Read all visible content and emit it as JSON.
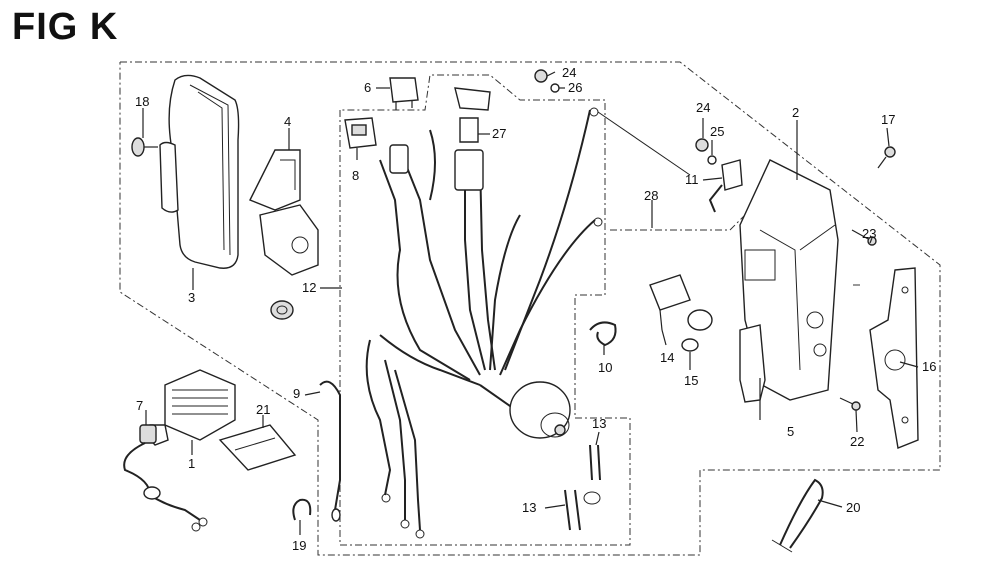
{
  "figure": {
    "title": "FIG K"
  },
  "callouts": {
    "c1": "1",
    "c2": "2",
    "c3": "3",
    "c4": "4",
    "c5": "5",
    "c6": "6",
    "c7": "7",
    "c8": "8",
    "c9": "9",
    "c10": "10",
    "c11": "11",
    "c12": "12",
    "c13a": "13",
    "c13b": "13",
    "c14": "14",
    "c15": "15",
    "c16": "16",
    "c17": "17",
    "c18": "18",
    "c19": "19",
    "c20": "20",
    "c21": "21",
    "c22": "22",
    "c23": "23",
    "c24a": "24",
    "c24b": "24",
    "c25": "25",
    "c26": "26",
    "c27": "27",
    "c28": "28"
  },
  "colors": {
    "ink": "#222222",
    "background": "#ffffff"
  }
}
